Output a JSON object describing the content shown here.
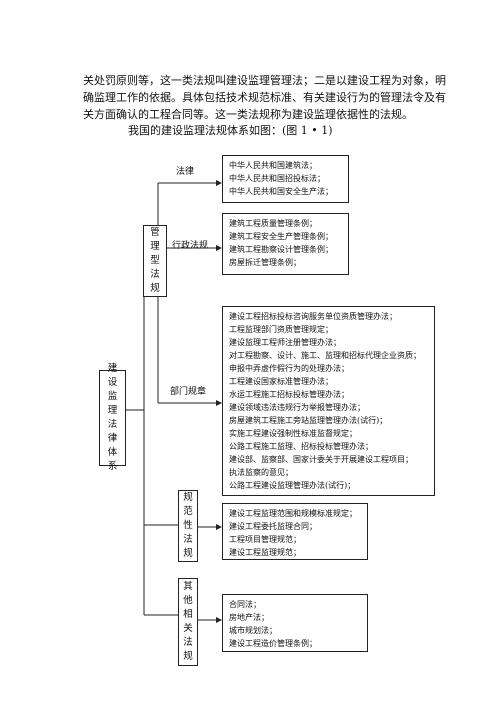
{
  "intro_text": "关处罚原则等，这一类法规叫建设监理管理法；二是以建设工程为对象，明确监理工作的依据。具体包括技术规范标准、有关建设行为的管理法令及有关方面确认的工程合同等。这一类法规称为建设监理依据性的法规。",
  "system_intro": "我国的建设监理法规体系如图：(图 1 • 1)",
  "root": {
    "chars": [
      "建",
      "设",
      "监",
      "理",
      "法",
      "律",
      "体",
      "系"
    ]
  },
  "management": {
    "chars": [
      "管",
      "理",
      "型",
      "法",
      "规"
    ],
    "laws": {
      "label": "法律",
      "items": [
        "中华人民共和国建筑法；",
        "中华人民共和国招投标法；",
        "中华人民共和国安全生产法；"
      ]
    },
    "regulations": {
      "label": "行政法规",
      "items": [
        "建筑工程质量管理条例；",
        "建筑工程安全生产管理条例；",
        "建筑工程勘察设计管理条例；",
        "房屋拆迁管理条例；"
      ]
    },
    "department": {
      "label": "部门规章",
      "items": [
        "建设工程招标投标咨询服务单位资质管理办法；",
        "工程监理部门资质管理规定；",
        "建设监理工程师注册管理办法；",
        "对工程勘察、设计、施工、监理和招标代理企业资质；",
        "申报中弄虚作假行为的处理办法；",
        "工程建设国家标准管理办法；",
        "水运工程施工招标投标管理办法；",
        "建设领域违法违规行为举报管理办法；",
        "房屋建筑工程施工旁站监理管理办法(试行)；",
        "实施工程建设强制性标准监督规定；",
        "公路工程施工监理、招标投标管理办法；",
        "建设部、监察部、国家计委关于开展建设工程项目；",
        "执法监察的意见；",
        "公路工程建设监理管理办法(试行)；"
      ]
    }
  },
  "normative": {
    "chars": [
      "规",
      "范",
      "性",
      "法",
      "规"
    ],
    "items": [
      "建设工程监理范围和规模标准规定；",
      "建设工程委托监理合同；",
      "工程项目管理规范；",
      "建设工程监理规范；"
    ]
  },
  "other": {
    "chars": [
      "其",
      "他",
      "相",
      "关",
      "法",
      "规"
    ],
    "items": [
      "合同法；",
      "房地产法；",
      "城市规划法；",
      "建设工程造价管理条例；"
    ]
  }
}
